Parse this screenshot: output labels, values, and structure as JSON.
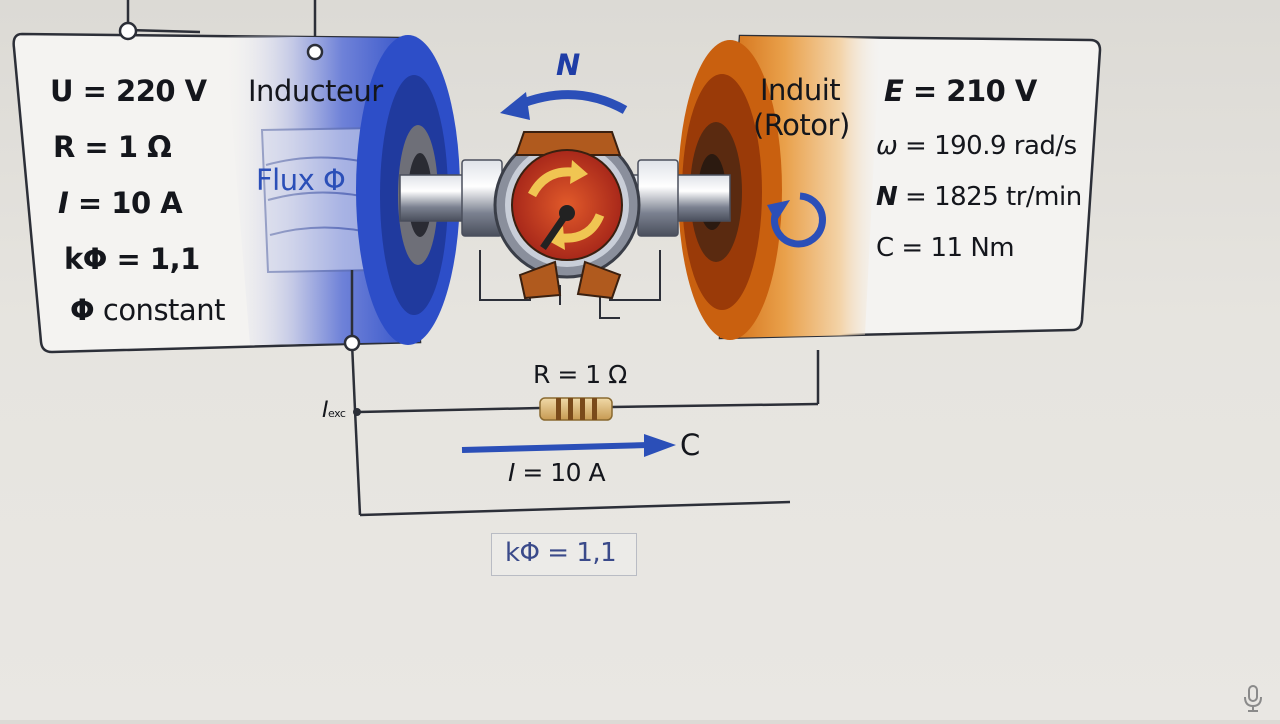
{
  "left_panel": {
    "voltage": "U = 220 V",
    "resistance": "R = 1 Ω",
    "current_sym": "I",
    "current_val": " = 10 A",
    "kphi": "kΦ = 1,1",
    "phi_sym": "Φ",
    "phi_text": " constant",
    "inductor_label": "Inducteur",
    "flux_label": "Flux Φ"
  },
  "center": {
    "rotation_label": "N"
  },
  "right_panel": {
    "armature_label_1": "Induit",
    "armature_label_2": "(Rotor)",
    "emf_sym": "E",
    "emf_val": " = 210 V",
    "omega_sym": "ω",
    "omega_val": " = 190.9 rad/s",
    "speed_sym": "N",
    "speed_val": " = 1825 tr/min",
    "torque": "C = 11 Nm"
  },
  "circuit": {
    "resistor_label": "R = 1 Ω",
    "excitation_sym": "I",
    "excitation_sub": "exc",
    "current_label_sym": "I",
    "current_label_val": " = 10 A",
    "arrow_target": "C",
    "kphi_box": "kΦ = 1,1"
  },
  "colors": {
    "stator_blue": "#3a5fd0",
    "rotor_orange": "#e08a2a",
    "wire": "#2c2f38",
    "arrow_blue": "#2b4fb8"
  }
}
